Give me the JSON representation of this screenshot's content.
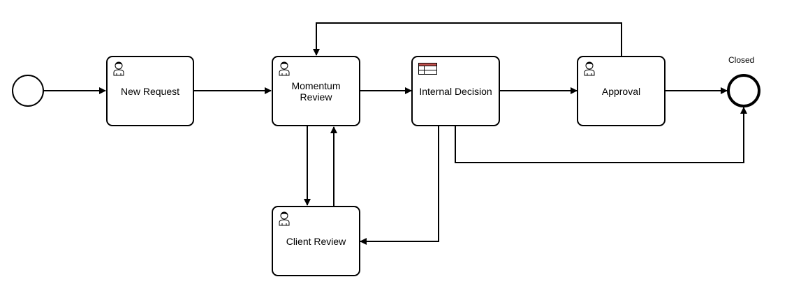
{
  "diagram": {
    "tasks": [
      {
        "id": "new-request",
        "label": "New Request",
        "icon": "user-icon"
      },
      {
        "id": "momentum-review",
        "label": "Momentum\nReview",
        "icon": "user-icon"
      },
      {
        "id": "internal-decision",
        "label": "Internal Decision",
        "icon": "business-rule-icon"
      },
      {
        "id": "approval",
        "label": "Approval",
        "icon": "user-icon"
      },
      {
        "id": "client-review",
        "label": "Client Review",
        "icon": "user-icon"
      }
    ],
    "end_event": {
      "label": "Closed"
    },
    "colors": {
      "stroke": "#000000",
      "fill": "#ffffff",
      "table_header": "#c0504d"
    }
  }
}
